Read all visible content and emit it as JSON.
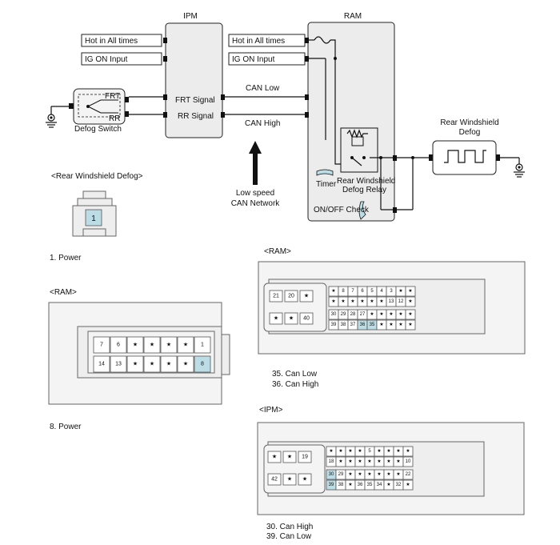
{
  "schematic": {
    "ipm": {
      "title": "IPM",
      "inputs": [
        "Hot in All times",
        "IG ON Input"
      ],
      "signals": [
        "FRT Signal",
        "RR Signal"
      ]
    },
    "ram": {
      "title": "RAM",
      "inputs": [
        "Hot in All times",
        "IG ON Input"
      ],
      "timer": "Timer",
      "relay_line1": "Rear Windshield",
      "relay_line2": "Defog Relay",
      "onoff": "ON/OFF Check"
    },
    "can_low": "CAN Low",
    "can_high": "CAN High",
    "network_line1": "Low speed",
    "network_line2": "CAN Network",
    "switch_label": "Defog Switch",
    "frt": "FRT",
    "rr": "RR",
    "defog_line1": "Rear Windshield",
    "defog_line2": "Defog"
  },
  "connectors": {
    "defog_title": "<Rear Windshield Defog>",
    "defog_pin": "1",
    "defog_note": "1. Power",
    "ram_small_title": "<RAM>",
    "ram_small_row1": [
      "7",
      "6",
      "★",
      "★",
      "★",
      "★",
      "1"
    ],
    "ram_small_row2": [
      "14",
      "13",
      "★",
      "★",
      "★",
      "★",
      "8"
    ],
    "ram_small_note": "8. Power",
    "ram_big_title": "<RAM>",
    "ram_big_left_top": [
      "21",
      "20",
      "★"
    ],
    "ram_big_left_bot": [
      "★",
      "★",
      "40"
    ],
    "ram_big_rows": [
      [
        "★",
        "8",
        "7",
        "6",
        "5",
        "4",
        "3",
        "★",
        "★"
      ],
      [
        "★",
        "★",
        "★",
        "★",
        "★",
        "★",
        "13",
        "12",
        "★"
      ],
      [
        "30",
        "29",
        "28",
        "27",
        "★",
        "★",
        "★",
        "★",
        "★"
      ],
      [
        "39",
        "38",
        "37",
        "36",
        "35",
        "★",
        "★",
        "★",
        "★"
      ]
    ],
    "ram_big_note1": "35. Can Low",
    "ram_big_note2": "36. Can High",
    "ipm_title": "<IPM>",
    "ipm_left_top": [
      "★",
      "★",
      "19"
    ],
    "ipm_left_bot": [
      "42",
      "★",
      "★"
    ],
    "ipm_rows": [
      [
        "★",
        "★",
        "★",
        "★",
        "5",
        "★",
        "★",
        "★",
        "★"
      ],
      [
        "18",
        "★",
        "★",
        "★",
        "★",
        "★",
        "★",
        "★",
        "10"
      ],
      [
        "30",
        "29",
        "★",
        "★",
        "★",
        "★",
        "★",
        "★",
        "22"
      ],
      [
        "39",
        "38",
        "★",
        "36",
        "35",
        "34",
        "★",
        "32",
        "★"
      ]
    ],
    "ipm_note1": "30. Can High",
    "ipm_note2": "39. Can Low"
  },
  "highlight_color": "#bcdde5"
}
